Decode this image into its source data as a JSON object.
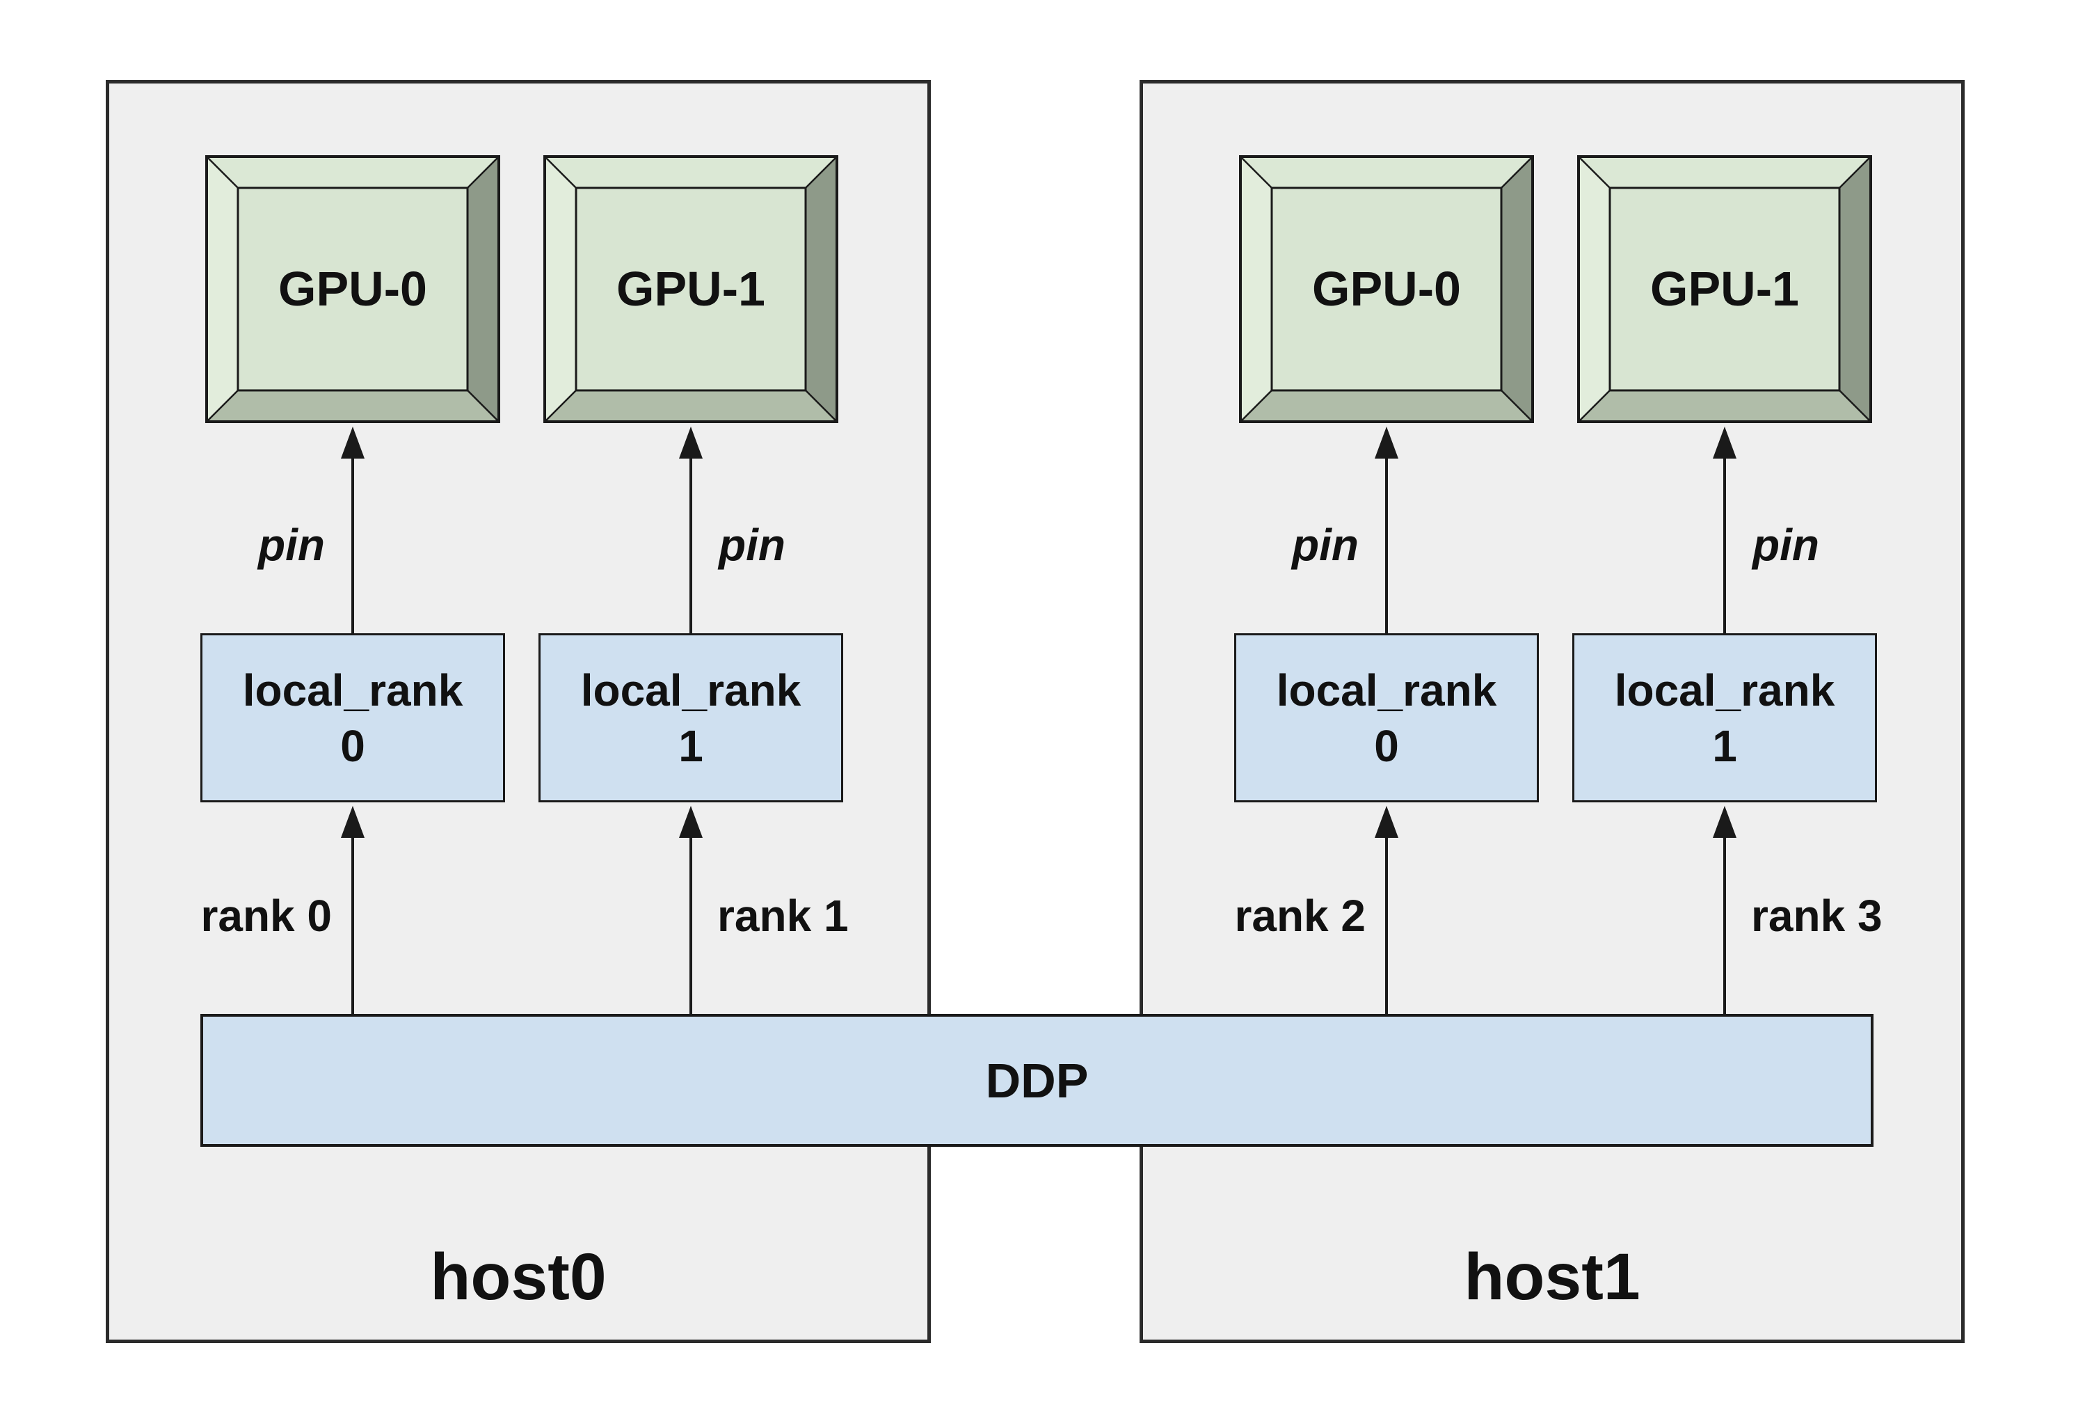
{
  "diagram": {
    "ddp_label": "DDP",
    "hosts": [
      {
        "label": "host0",
        "columns": [
          {
            "gpu_label": "GPU-0",
            "local_rank_line1": "local_rank",
            "local_rank_line2": "0",
            "pin_label": "pin",
            "rank_label": "rank 0"
          },
          {
            "gpu_label": "GPU-1",
            "local_rank_line1": "local_rank",
            "local_rank_line2": "1",
            "pin_label": "pin",
            "rank_label": "rank 1"
          }
        ]
      },
      {
        "label": "host1",
        "columns": [
          {
            "gpu_label": "GPU-0",
            "local_rank_line1": "local_rank",
            "local_rank_line2": "0",
            "pin_label": "pin",
            "rank_label": "rank 2"
          },
          {
            "gpu_label": "GPU-1",
            "local_rank_line1": "local_rank",
            "local_rank_line2": "1",
            "pin_label": "pin",
            "rank_label": "rank 3"
          }
        ]
      }
    ],
    "colors": {
      "host_fill": "#efefef",
      "host_border": "#2b2b2b",
      "blue_fill": "#cfe0f0",
      "box_border": "#1a1a1a",
      "arrow_color": "#1a1a1a",
      "text_color": "#111111",
      "gpu_face": "#d8e5d2",
      "gpu_bevel_top": "#dbe8d5",
      "gpu_bevel_left": "#e2eddc",
      "gpu_bevel_right": "#8e9a89",
      "gpu_bevel_bottom": "#b0bda9"
    }
  }
}
